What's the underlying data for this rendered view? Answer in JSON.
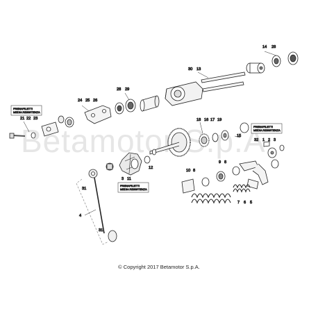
{
  "watermark": "Betamotor S.p.A",
  "copyright": "© Copyright 2017 Betamotor S.p.A.",
  "threadlock_note": {
    "line1": "FRENAFILETTI",
    "line2": "MEDIA RESISTENZA"
  },
  "callouts": {
    "c_14": "14",
    "c_28a": "28",
    "c_30": "30",
    "c_13": "13",
    "c_24": "24",
    "c_25": "25",
    "c_26": "26",
    "c_28b": "28",
    "c_29": "29",
    "c_21": "21",
    "c_22": "22",
    "c_23": "23",
    "c_18": "18",
    "c_16": "16",
    "c_17": "17",
    "c_19": "19",
    "c_15": "15",
    "c_32": "32",
    "c_1": "1",
    "c_2": "2",
    "c_3a": "3",
    "c_12": "12",
    "c_3b": "3",
    "c_11": "11",
    "c_10": "10",
    "c_8a": "8",
    "c_9": "9",
    "c_8b": "8",
    "c_31a": "31",
    "c_4": "4",
    "c_31b": "31",
    "c_7": "7",
    "c_6": "6",
    "c_5": "5"
  }
}
